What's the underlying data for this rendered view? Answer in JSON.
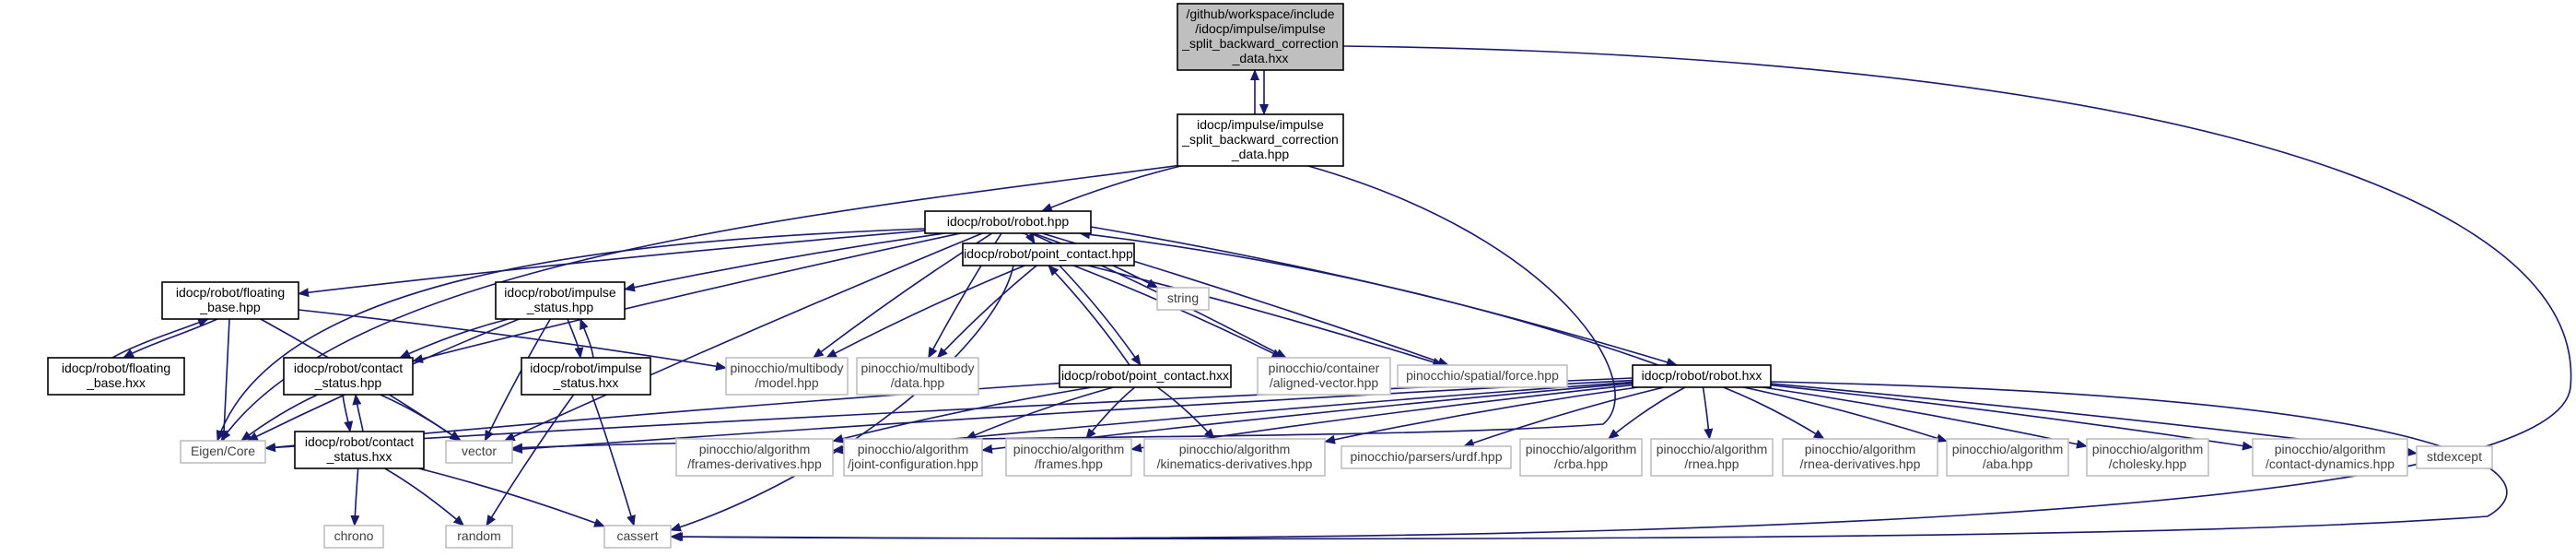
{
  "diagram": {
    "type": "include-dependency-graph",
    "colors": {
      "edge": "#191970",
      "root_fill": "#bfbfbf",
      "local_border": "#000000",
      "external_border": "#bfbfbf",
      "external_text": "#404040"
    },
    "nodes": [
      {
        "id": "root",
        "kind": "root",
        "lines": [
          "/github/workspace/include",
          "/idocp/impulse/impulse",
          "_split_backward_correction",
          "_data.hxx"
        ]
      },
      {
        "id": "sbc_hpp",
        "kind": "local",
        "lines": [
          "idocp/impulse/impulse",
          "_split_backward_correction",
          "_data.hpp"
        ]
      },
      {
        "id": "robot_hpp",
        "kind": "local",
        "lines": [
          "idocp/robot/robot.hpp"
        ]
      },
      {
        "id": "floating_hpp",
        "kind": "local",
        "lines": [
          "idocp/robot/floating",
          "_base.hpp"
        ]
      },
      {
        "id": "floating_hxx",
        "kind": "local",
        "lines": [
          "idocp/robot/floating",
          "_base.hxx"
        ]
      },
      {
        "id": "impulse_hpp",
        "kind": "local",
        "lines": [
          "idocp/robot/impulse",
          "_status.hpp"
        ]
      },
      {
        "id": "impulse_hxx",
        "kind": "local",
        "lines": [
          "idocp/robot/impulse",
          "_status.hxx"
        ]
      },
      {
        "id": "contact_hpp",
        "kind": "local",
        "lines": [
          "idocp/robot/contact",
          "_status.hpp"
        ]
      },
      {
        "id": "contact_hxx",
        "kind": "local",
        "lines": [
          "idocp/robot/contact",
          "_status.hxx"
        ]
      },
      {
        "id": "pc_hpp",
        "kind": "local",
        "lines": [
          "idocp/robot/point_contact.hpp"
        ]
      },
      {
        "id": "pc_hxx",
        "kind": "local",
        "lines": [
          "idocp/robot/point_contact.hxx"
        ]
      },
      {
        "id": "robot_hxx",
        "kind": "local",
        "lines": [
          "idocp/robot/robot.hxx"
        ]
      },
      {
        "id": "string",
        "kind": "external",
        "lines": [
          "string"
        ]
      },
      {
        "id": "model",
        "kind": "external",
        "lines": [
          "pinocchio/multibody",
          "/model.hpp"
        ]
      },
      {
        "id": "data",
        "kind": "external",
        "lines": [
          "pinocchio/multibody",
          "/data.hpp"
        ]
      },
      {
        "id": "aligned",
        "kind": "external",
        "lines": [
          "pinocchio/container",
          "/aligned-vector.hpp"
        ]
      },
      {
        "id": "force",
        "kind": "external",
        "lines": [
          "pinocchio/spatial/force.hpp"
        ]
      },
      {
        "id": "eigen",
        "kind": "external",
        "lines": [
          "Eigen/Core"
        ]
      },
      {
        "id": "vector",
        "kind": "external",
        "lines": [
          "vector"
        ]
      },
      {
        "id": "framesderiv",
        "kind": "external",
        "lines": [
          "pinocchio/algorithm",
          "/frames-derivatives.hpp"
        ]
      },
      {
        "id": "jointconf",
        "kind": "external",
        "lines": [
          "pinocchio/algorithm",
          "/joint-configuration.hpp"
        ]
      },
      {
        "id": "frames",
        "kind": "external",
        "lines": [
          "pinocchio/algorithm",
          "/frames.hpp"
        ]
      },
      {
        "id": "kinderiv",
        "kind": "external",
        "lines": [
          "pinocchio/algorithm",
          "/kinematics-derivatives.hpp"
        ]
      },
      {
        "id": "urdf",
        "kind": "external",
        "lines": [
          "pinocchio/parsers/urdf.hpp"
        ]
      },
      {
        "id": "crba",
        "kind": "external",
        "lines": [
          "pinocchio/algorithm",
          "/crba.hpp"
        ]
      },
      {
        "id": "rnea",
        "kind": "external",
        "lines": [
          "pinocchio/algorithm",
          "/rnea.hpp"
        ]
      },
      {
        "id": "rneaderiv",
        "kind": "external",
        "lines": [
          "pinocchio/algorithm",
          "/rnea-derivatives.hpp"
        ]
      },
      {
        "id": "aba",
        "kind": "external",
        "lines": [
          "pinocchio/algorithm",
          "/aba.hpp"
        ]
      },
      {
        "id": "cholesky",
        "kind": "external",
        "lines": [
          "pinocchio/algorithm",
          "/cholesky.hpp"
        ]
      },
      {
        "id": "contactdyn",
        "kind": "external",
        "lines": [
          "pinocchio/algorithm",
          "/contact-dynamics.hpp"
        ]
      },
      {
        "id": "stdexcept",
        "kind": "external",
        "lines": [
          "stdexcept"
        ]
      },
      {
        "id": "chrono",
        "kind": "external",
        "lines": [
          "chrono"
        ]
      },
      {
        "id": "random",
        "kind": "external",
        "lines": [
          "random"
        ]
      },
      {
        "id": "cassert",
        "kind": "external",
        "lines": [
          "cassert"
        ]
      }
    ],
    "edges": [
      {
        "from": "root",
        "to": "sbc_hpp"
      },
      {
        "from": "sbc_hpp",
        "to": "root"
      },
      {
        "from": "root",
        "to": "cassert"
      },
      {
        "from": "sbc_hpp",
        "to": "robot_hpp"
      },
      {
        "from": "sbc_hpp",
        "to": "eigen"
      },
      {
        "from": "sbc_hpp",
        "to": "vector"
      },
      {
        "from": "robot_hpp",
        "to": "string"
      },
      {
        "from": "robot_hpp",
        "to": "floating_hpp"
      },
      {
        "from": "robot_hpp",
        "to": "impulse_hpp"
      },
      {
        "from": "robot_hpp",
        "to": "contact_hpp"
      },
      {
        "from": "robot_hpp",
        "to": "pc_hpp"
      },
      {
        "from": "robot_hpp",
        "to": "model"
      },
      {
        "from": "robot_hpp",
        "to": "data"
      },
      {
        "from": "robot_hpp",
        "to": "aligned"
      },
      {
        "from": "robot_hpp",
        "to": "force"
      },
      {
        "from": "robot_hpp",
        "to": "eigen"
      },
      {
        "from": "robot_hpp",
        "to": "vector"
      },
      {
        "from": "robot_hpp",
        "to": "robot_hxx"
      },
      {
        "from": "robot_hxx",
        "to": "robot_hpp"
      },
      {
        "from": "floating_hpp",
        "to": "floating_hxx"
      },
      {
        "from": "floating_hxx",
        "to": "floating_hpp"
      },
      {
        "from": "floating_hpp",
        "to": "model"
      },
      {
        "from": "floating_hpp",
        "to": "eigen"
      },
      {
        "from": "floating_hpp",
        "to": "vector"
      },
      {
        "from": "impulse_hpp",
        "to": "impulse_hxx"
      },
      {
        "from": "impulse_hxx",
        "to": "impulse_hpp"
      },
      {
        "from": "impulse_hpp",
        "to": "contact_hpp"
      },
      {
        "from": "impulse_hpp",
        "to": "eigen"
      },
      {
        "from": "impulse_hpp",
        "to": "vector"
      },
      {
        "from": "impulse_hxx",
        "to": "random"
      },
      {
        "from": "impulse_hxx",
        "to": "cassert"
      },
      {
        "from": "contact_hpp",
        "to": "contact_hxx"
      },
      {
        "from": "contact_hxx",
        "to": "contact_hpp"
      },
      {
        "from": "contact_hpp",
        "to": "eigen"
      },
      {
        "from": "contact_hpp",
        "to": "vector"
      },
      {
        "from": "contact_hxx",
        "to": "chrono"
      },
      {
        "from": "contact_hxx",
        "to": "random"
      },
      {
        "from": "contact_hxx",
        "to": "cassert"
      },
      {
        "from": "pc_hpp",
        "to": "pc_hxx"
      },
      {
        "from": "pc_hxx",
        "to": "pc_hpp"
      },
      {
        "from": "pc_hpp",
        "to": "model"
      },
      {
        "from": "pc_hpp",
        "to": "data"
      },
      {
        "from": "pc_hpp",
        "to": "aligned"
      },
      {
        "from": "pc_hpp",
        "to": "force"
      },
      {
        "from": "pc_hpp",
        "to": "cassert"
      },
      {
        "from": "pc_hxx",
        "to": "eigen"
      },
      {
        "from": "pc_hxx",
        "to": "framesderiv"
      },
      {
        "from": "pc_hxx",
        "to": "jointconf"
      },
      {
        "from": "pc_hxx",
        "to": "frames"
      },
      {
        "from": "pc_hxx",
        "to": "kinderiv"
      },
      {
        "from": "robot_hxx",
        "to": "eigen"
      },
      {
        "from": "robot_hxx",
        "to": "vector"
      },
      {
        "from": "robot_hxx",
        "to": "framesderiv"
      },
      {
        "from": "robot_hxx",
        "to": "jointconf"
      },
      {
        "from": "robot_hxx",
        "to": "frames"
      },
      {
        "from": "robot_hxx",
        "to": "kinderiv"
      },
      {
        "from": "robot_hxx",
        "to": "urdf"
      },
      {
        "from": "robot_hxx",
        "to": "crba"
      },
      {
        "from": "robot_hxx",
        "to": "rnea"
      },
      {
        "from": "robot_hxx",
        "to": "rneaderiv"
      },
      {
        "from": "robot_hxx",
        "to": "aba"
      },
      {
        "from": "robot_hxx",
        "to": "cholesky"
      },
      {
        "from": "robot_hxx",
        "to": "contactdyn"
      },
      {
        "from": "robot_hxx",
        "to": "stdexcept"
      },
      {
        "from": "robot_hxx",
        "to": "cassert"
      }
    ]
  }
}
